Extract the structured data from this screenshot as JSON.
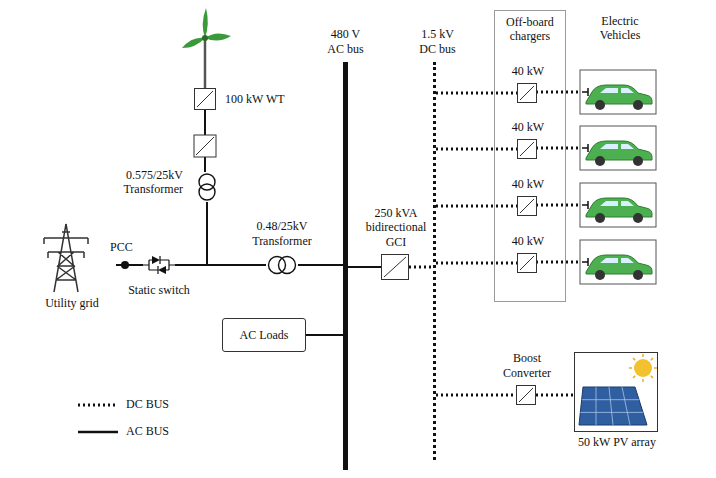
{
  "diagram": {
    "nodes": [
      {
        "text": [
          "Utility grid"
        ]
      },
      {
        "text": [
          "100 kW WT"
        ]
      },
      {
        "text": [
          "0.575/25kV Transformer"
        ]
      },
      {
        "text": [
          "Static switch"
        ]
      },
      {
        "text": [
          "0.48/25kV Transformer"
        ]
      },
      {
        "text": [
          "480 V AC bus"
        ]
      },
      {
        "text": [
          "AC Loads"
        ]
      },
      {
        "text": [
          "250 kVA bidirectional GCI"
        ]
      },
      {
        "text": [
          "1.5 kV DC bus"
        ]
      },
      {
        "text": [
          "Off-board chargers"
        ]
      },
      {
        "text": [
          "40 kW"
        ],
        "in": 9
      },
      {
        "text": [
          "40 kW"
        ],
        "in": 9
      },
      {
        "text": [
          "40 kW"
        ],
        "in": 9
      },
      {
        "text": [
          "40 kW"
        ],
        "in": 9
      },
      {
        "text": [
          "Boost Converter"
        ]
      },
      {
        "text": [
          "50 kW PV array"
        ]
      }
    ],
    "edges": [
      {
        "from": 0,
        "to": 3,
        "arrow": "none"
      },
      {
        "from": 3,
        "to": 4,
        "arrow": "none"
      },
      {
        "from": 1,
        "to": 2,
        "arrow": "none"
      },
      {
        "from": 2,
        "to": 4,
        "arrow": "none"
      },
      {
        "from": 4,
        "to": 5,
        "arrow": "none"
      },
      {
        "from": 6,
        "to": 5,
        "arrow": "none"
      },
      {
        "from": 5,
        "to": 7,
        "arrow": "none"
      },
      {
        "from": 7,
        "to": 8,
        "arrow": "none"
      },
      {
        "from": 8,
        "to": 10,
        "arrow": "none"
      },
      {
        "from": 8,
        "to": 11,
        "arrow": "none"
      },
      {
        "from": 8,
        "to": 12,
        "arrow": "none"
      },
      {
        "from": 8,
        "to": 13,
        "arrow": "none"
      },
      {
        "from": 8,
        "to": 14,
        "arrow": "none"
      },
      {
        "from": 14,
        "to": 15,
        "arrow": "none"
      }
    ],
    "labels": [
      "PCC",
      "Electric Vehicles"
    ],
    "legend": [
      {
        "text": "DC BUS"
      },
      {
        "text": "AC BUS"
      }
    ]
  }
}
